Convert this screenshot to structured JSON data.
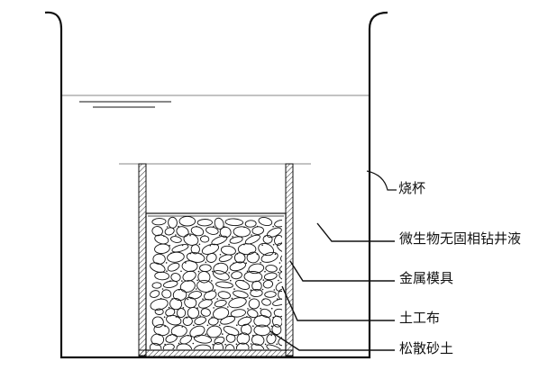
{
  "labels": {
    "beaker": "烧杯",
    "micro_solution": "微生物无固相钻井液",
    "metal_mold": "金属模具",
    "geotextile": "土工布",
    "loose_sand": "松散砂土"
  },
  "colors": {
    "stroke": "#111111",
    "background": "#ffffff"
  }
}
